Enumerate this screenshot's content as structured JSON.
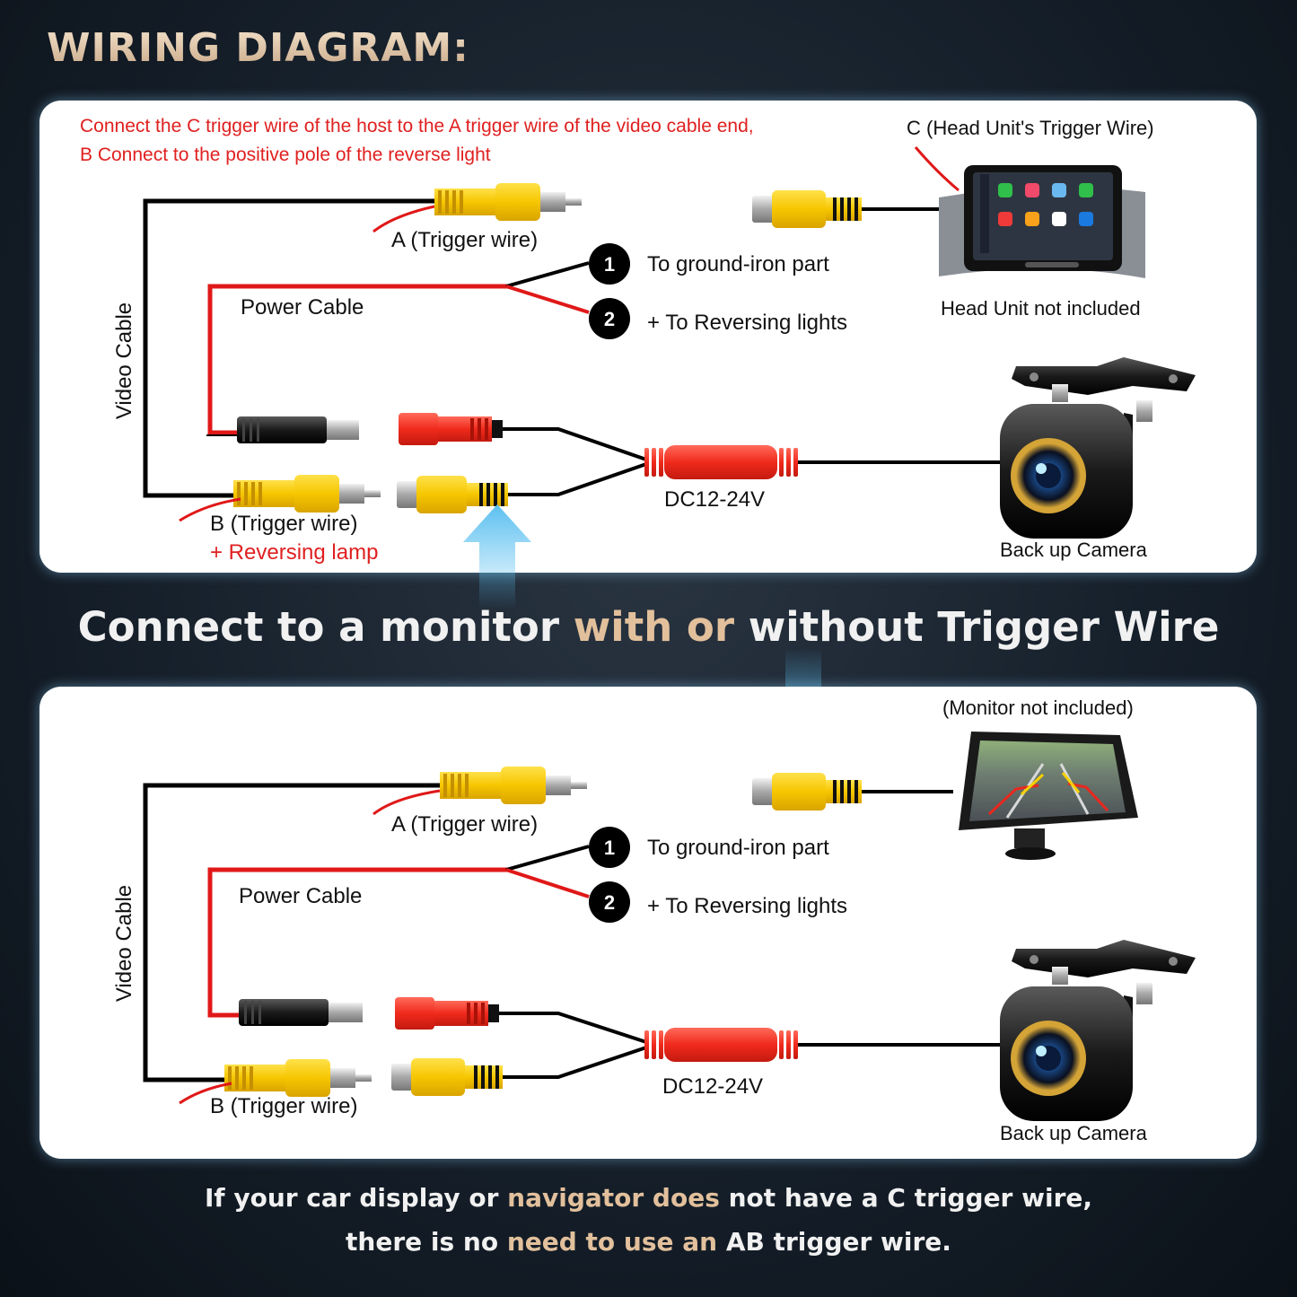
{
  "header": {
    "title": "WIRING DIAGRAM:"
  },
  "panel_top": {
    "instruction_line1": "Connect the C trigger wire of the host to the A trigger wire of the video cable end,",
    "instruction_line2": "B Connect to the positive pole of the reverse light",
    "head_unit_trigger_label": "C (Head Unit's Trigger Wire)",
    "head_unit_note": "Head Unit not included",
    "a_trigger_label": "A (Trigger wire)",
    "power_cable_label": "Power Cable",
    "video_cable_label": "Video Cable",
    "ground_number": "1",
    "ground_label": "To ground-iron part",
    "reverse_number": "2",
    "reverse_label": "+ To Reversing lights",
    "voltage_label": "DC12-24V",
    "b_trigger_label": "B (Trigger wire)",
    "reversing_lamp_label": "+ Reversing lamp",
    "camera_label": "Back up Camera"
  },
  "middle": {
    "part1": "Connect to a monitor ",
    "part2": "with or ",
    "part3": "without Trigger Wire"
  },
  "panel_bottom": {
    "monitor_note": "(Monitor not included)",
    "a_trigger_label": "A (Trigger wire)",
    "power_cable_label": "Power Cable",
    "video_cable_label": "Video Cable",
    "ground_number": "1",
    "ground_label": "To ground-iron part",
    "reverse_number": "2",
    "reverse_label": "+ To Reversing lights",
    "voltage_label": "DC12-24V",
    "b_trigger_label": "B (Trigger wire)",
    "camera_label": "Back up Camera"
  },
  "footer": {
    "line1_a": "If your car display or ",
    "line1_b": "navigator does ",
    "line1_c": "not have a C trigger wire,",
    "line2_a": "there is no ",
    "line2_b": "need to use an ",
    "line2_c": "AB trigger wire."
  },
  "colors": {
    "connector_yellow": "#f6c600",
    "wire_red": "#e01818",
    "accent_gold": "#e2c09c",
    "arrow_blue": "#5cc0f0"
  }
}
